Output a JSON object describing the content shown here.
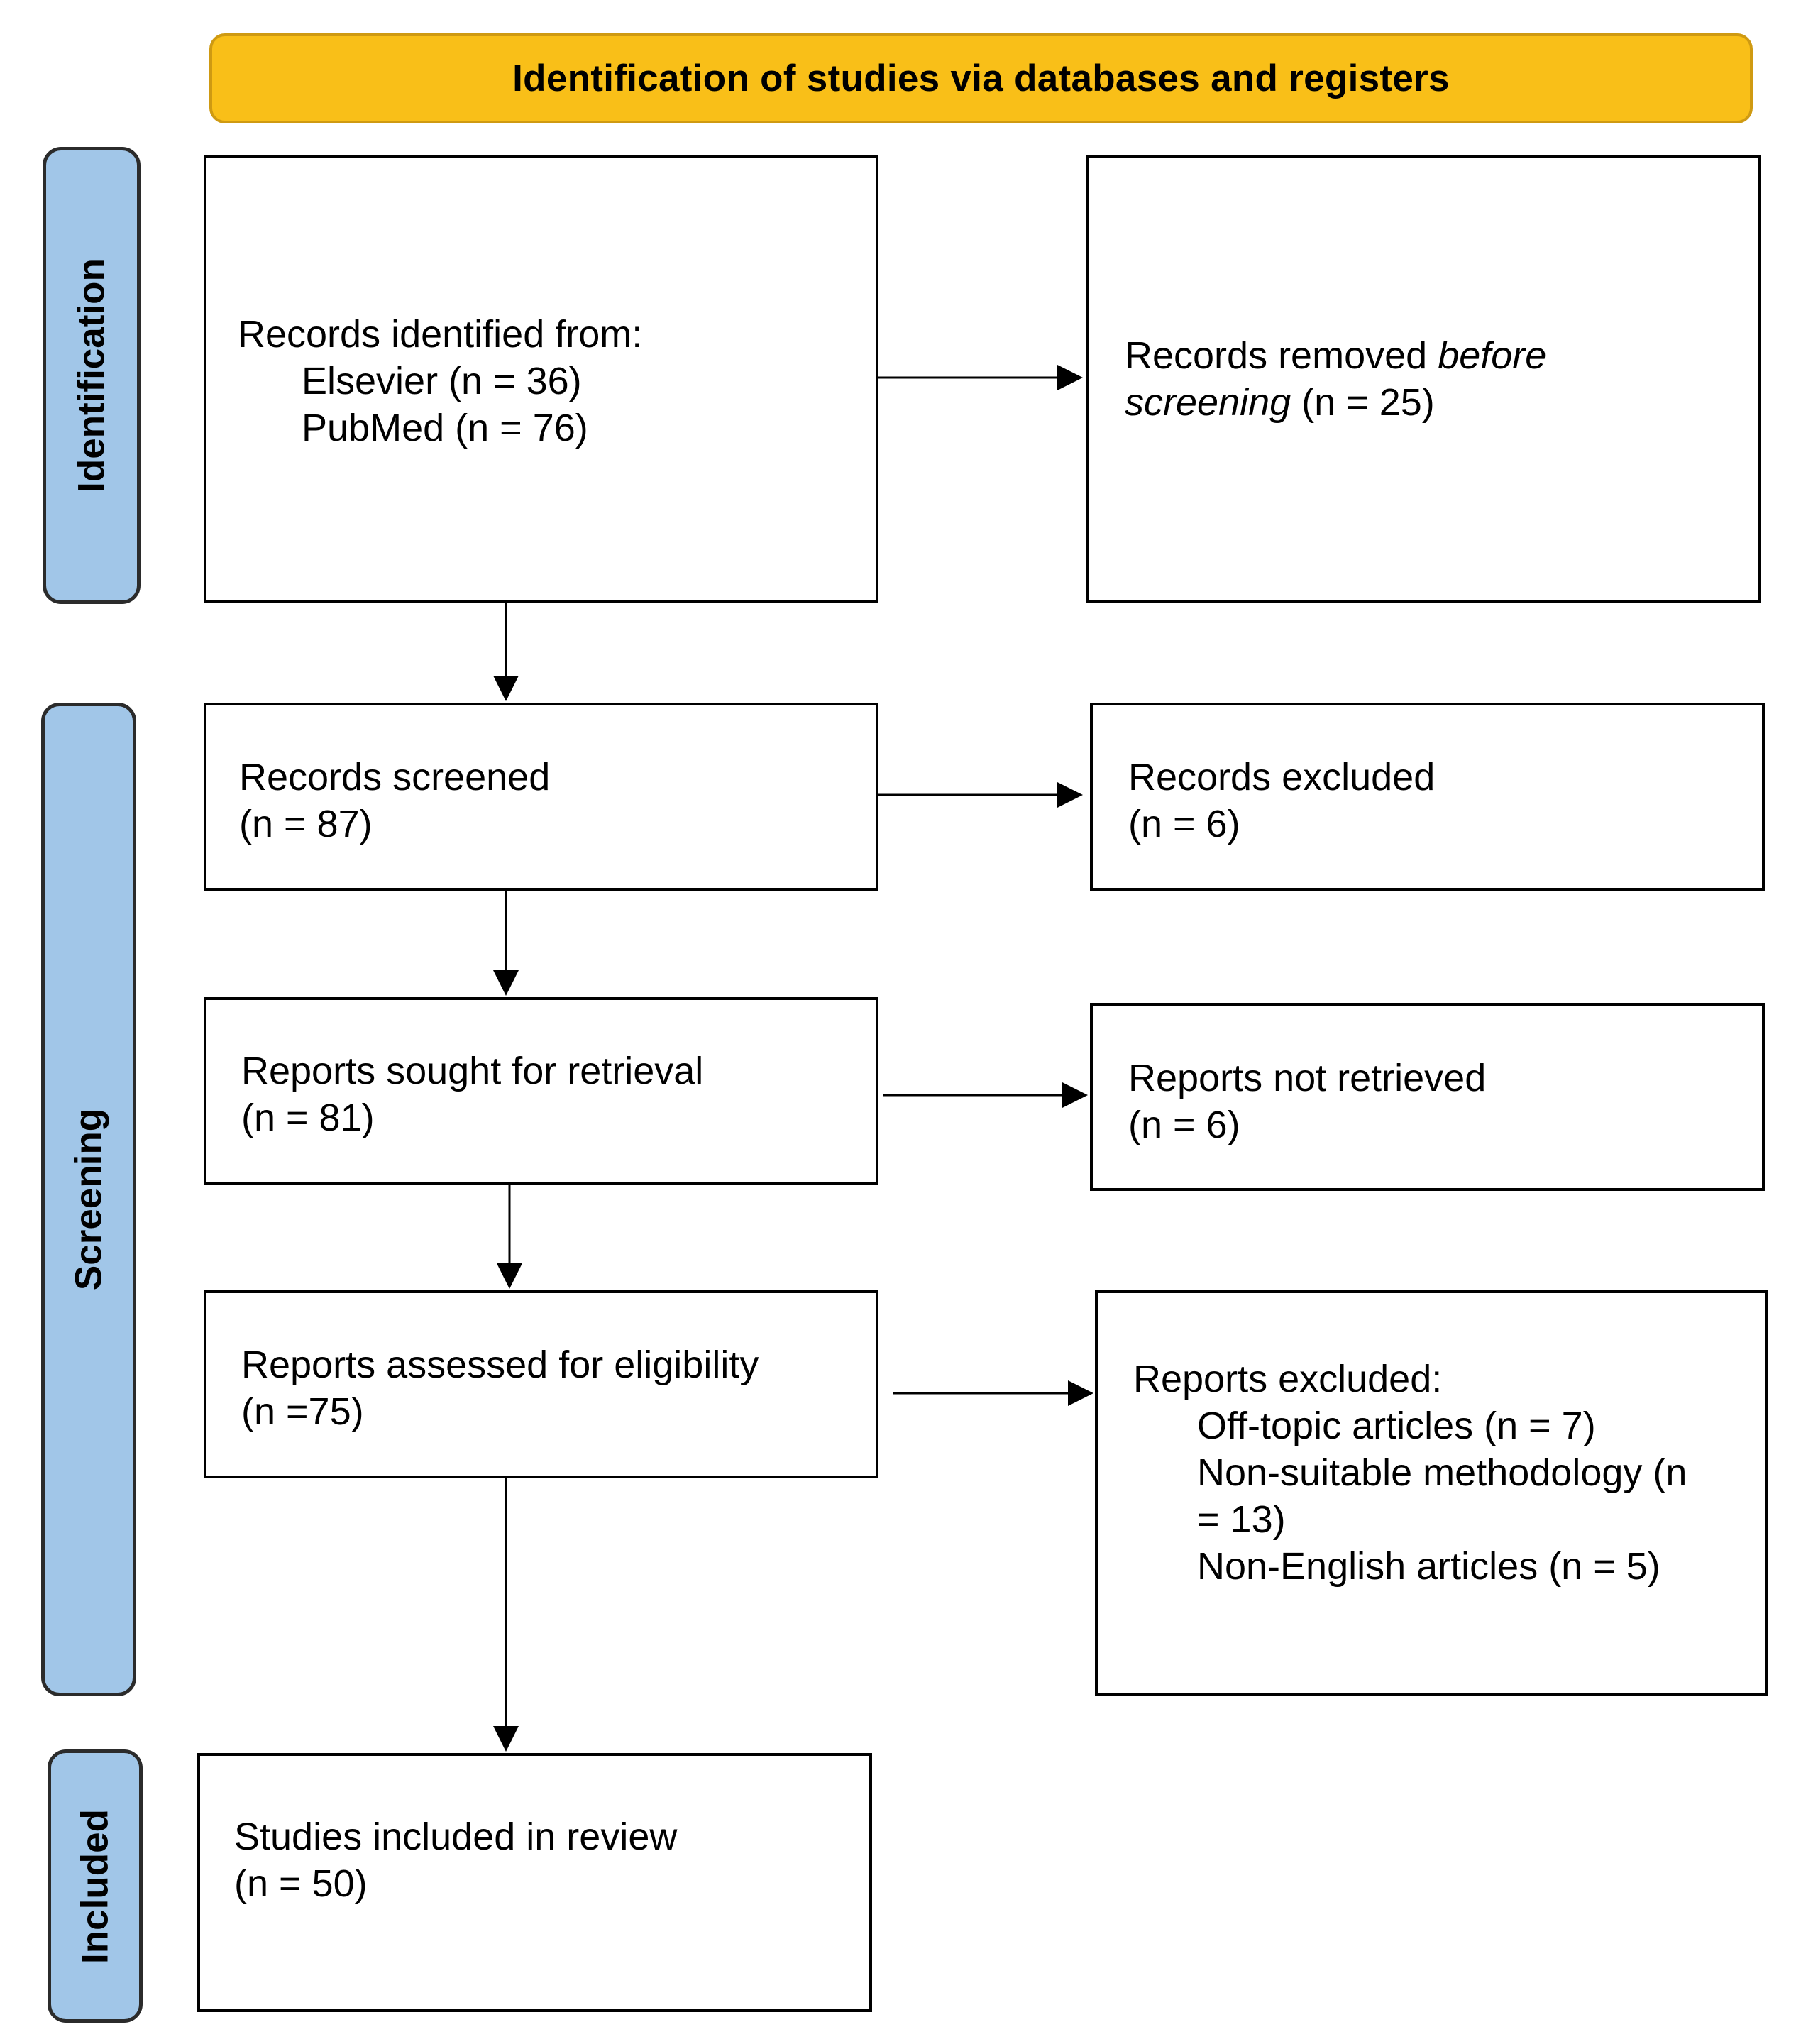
{
  "colors": {
    "banner_fill": "#f9bf18",
    "phase_fill": "#a1c6e8",
    "box_border": "#000000"
  },
  "banner": {
    "title": "Identification of studies via databases and registers"
  },
  "phases": {
    "identification": "Identification",
    "screening": "Screening",
    "included": "Included"
  },
  "boxes": {
    "records_identified": {
      "heading": "Records identified from:",
      "items": [
        "Elsevier (n = 36)",
        "PubMed (n = 76)"
      ]
    },
    "records_removed": {
      "line1_prefix": "Records removed ",
      "line1_italic": "before",
      "line2_italic": "screening",
      "line2_suffix": " (n = 25)"
    },
    "records_screened": {
      "label": "Records screened",
      "count": "(n = 87)"
    },
    "records_excluded": {
      "label": "Records excluded",
      "count": "(n = 6)"
    },
    "reports_sought": {
      "label": "Reports sought for retrieval",
      "count": "(n = 81)"
    },
    "reports_not_retrieved": {
      "label": "Reports not retrieved",
      "count": "(n = 6)"
    },
    "reports_assessed": {
      "label": "Reports assessed for eligibility",
      "count": "(n =75)"
    },
    "reports_excluded": {
      "heading": "Reports excluded:",
      "items": [
        "Off-topic articles (n = 7)",
        "Non-suitable methodology (n",
        "= 13)",
        "Non-English articles (n = 5)"
      ]
    },
    "studies_included": {
      "label": "Studies included in review",
      "count": "(n = 50)"
    }
  }
}
